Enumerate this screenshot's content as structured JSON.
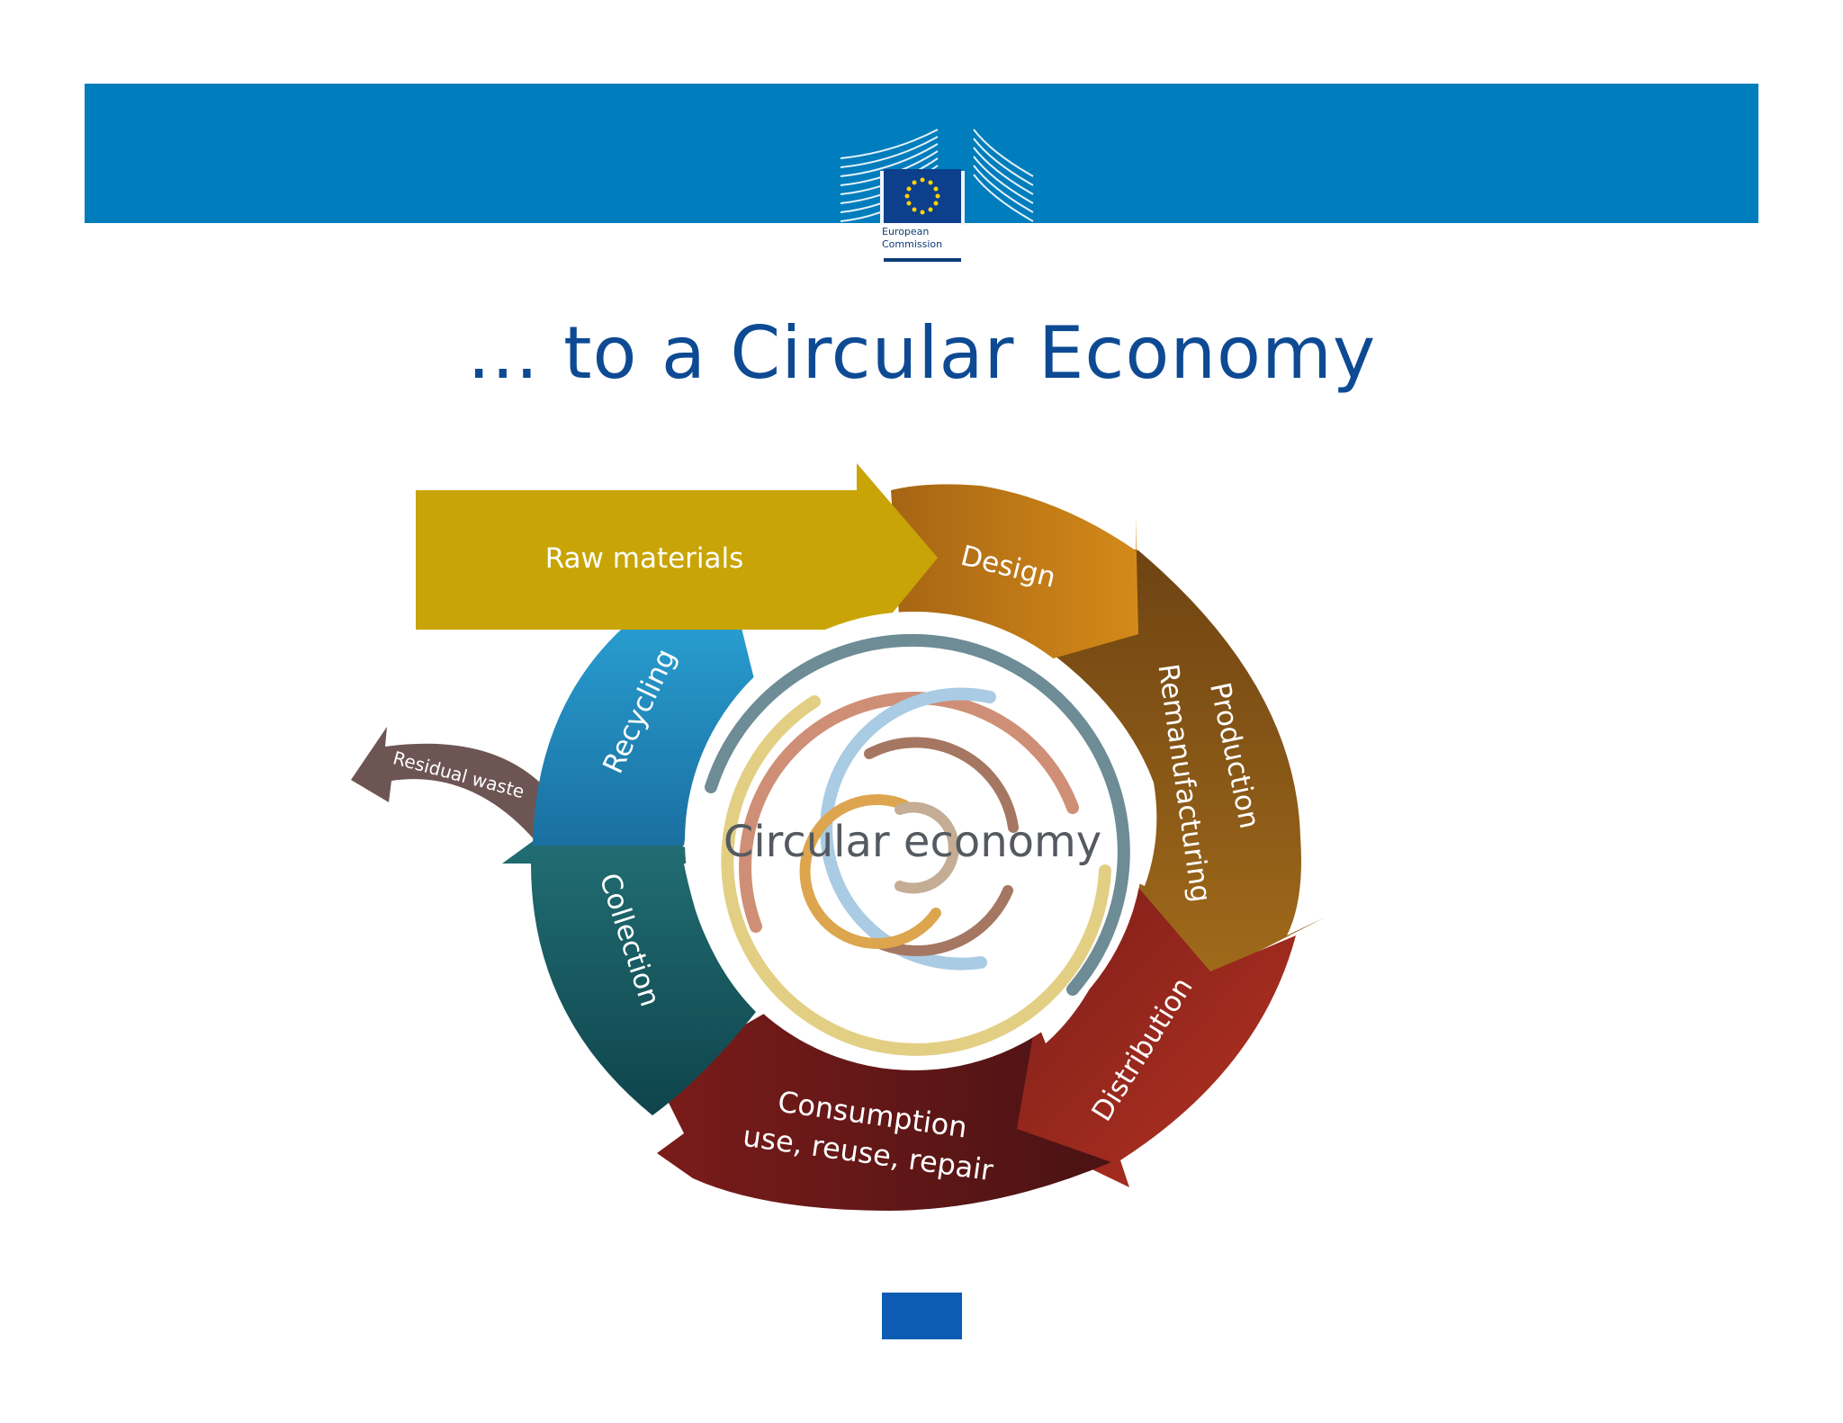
{
  "organization": {
    "line1": "European",
    "line2": "Commission"
  },
  "title": "… to a Circular Economy",
  "diagram": {
    "center_label": "Circular economy",
    "stages": {
      "raw_materials": "Raw materials",
      "design": "Design",
      "production": "Production",
      "remanufacturing": "Remanufacturing",
      "distribution": "Distribution",
      "consumption": "Consumption",
      "consumption_sub": "use, reuse, repair",
      "collection": "Collection",
      "recycling": "Recycling",
      "residual_waste": "Residual waste"
    },
    "colors": {
      "raw_materials": "#c8a406",
      "design": "#c77c18",
      "production": "#8a5416",
      "distribution": "#9c2a1c",
      "consumption": "#6a1a1a",
      "collection": "#1b5f66",
      "recycling": "#2596c8",
      "residual_waste": "#6d5554",
      "banner": "#007dbd",
      "title": "#0d4a93"
    }
  }
}
